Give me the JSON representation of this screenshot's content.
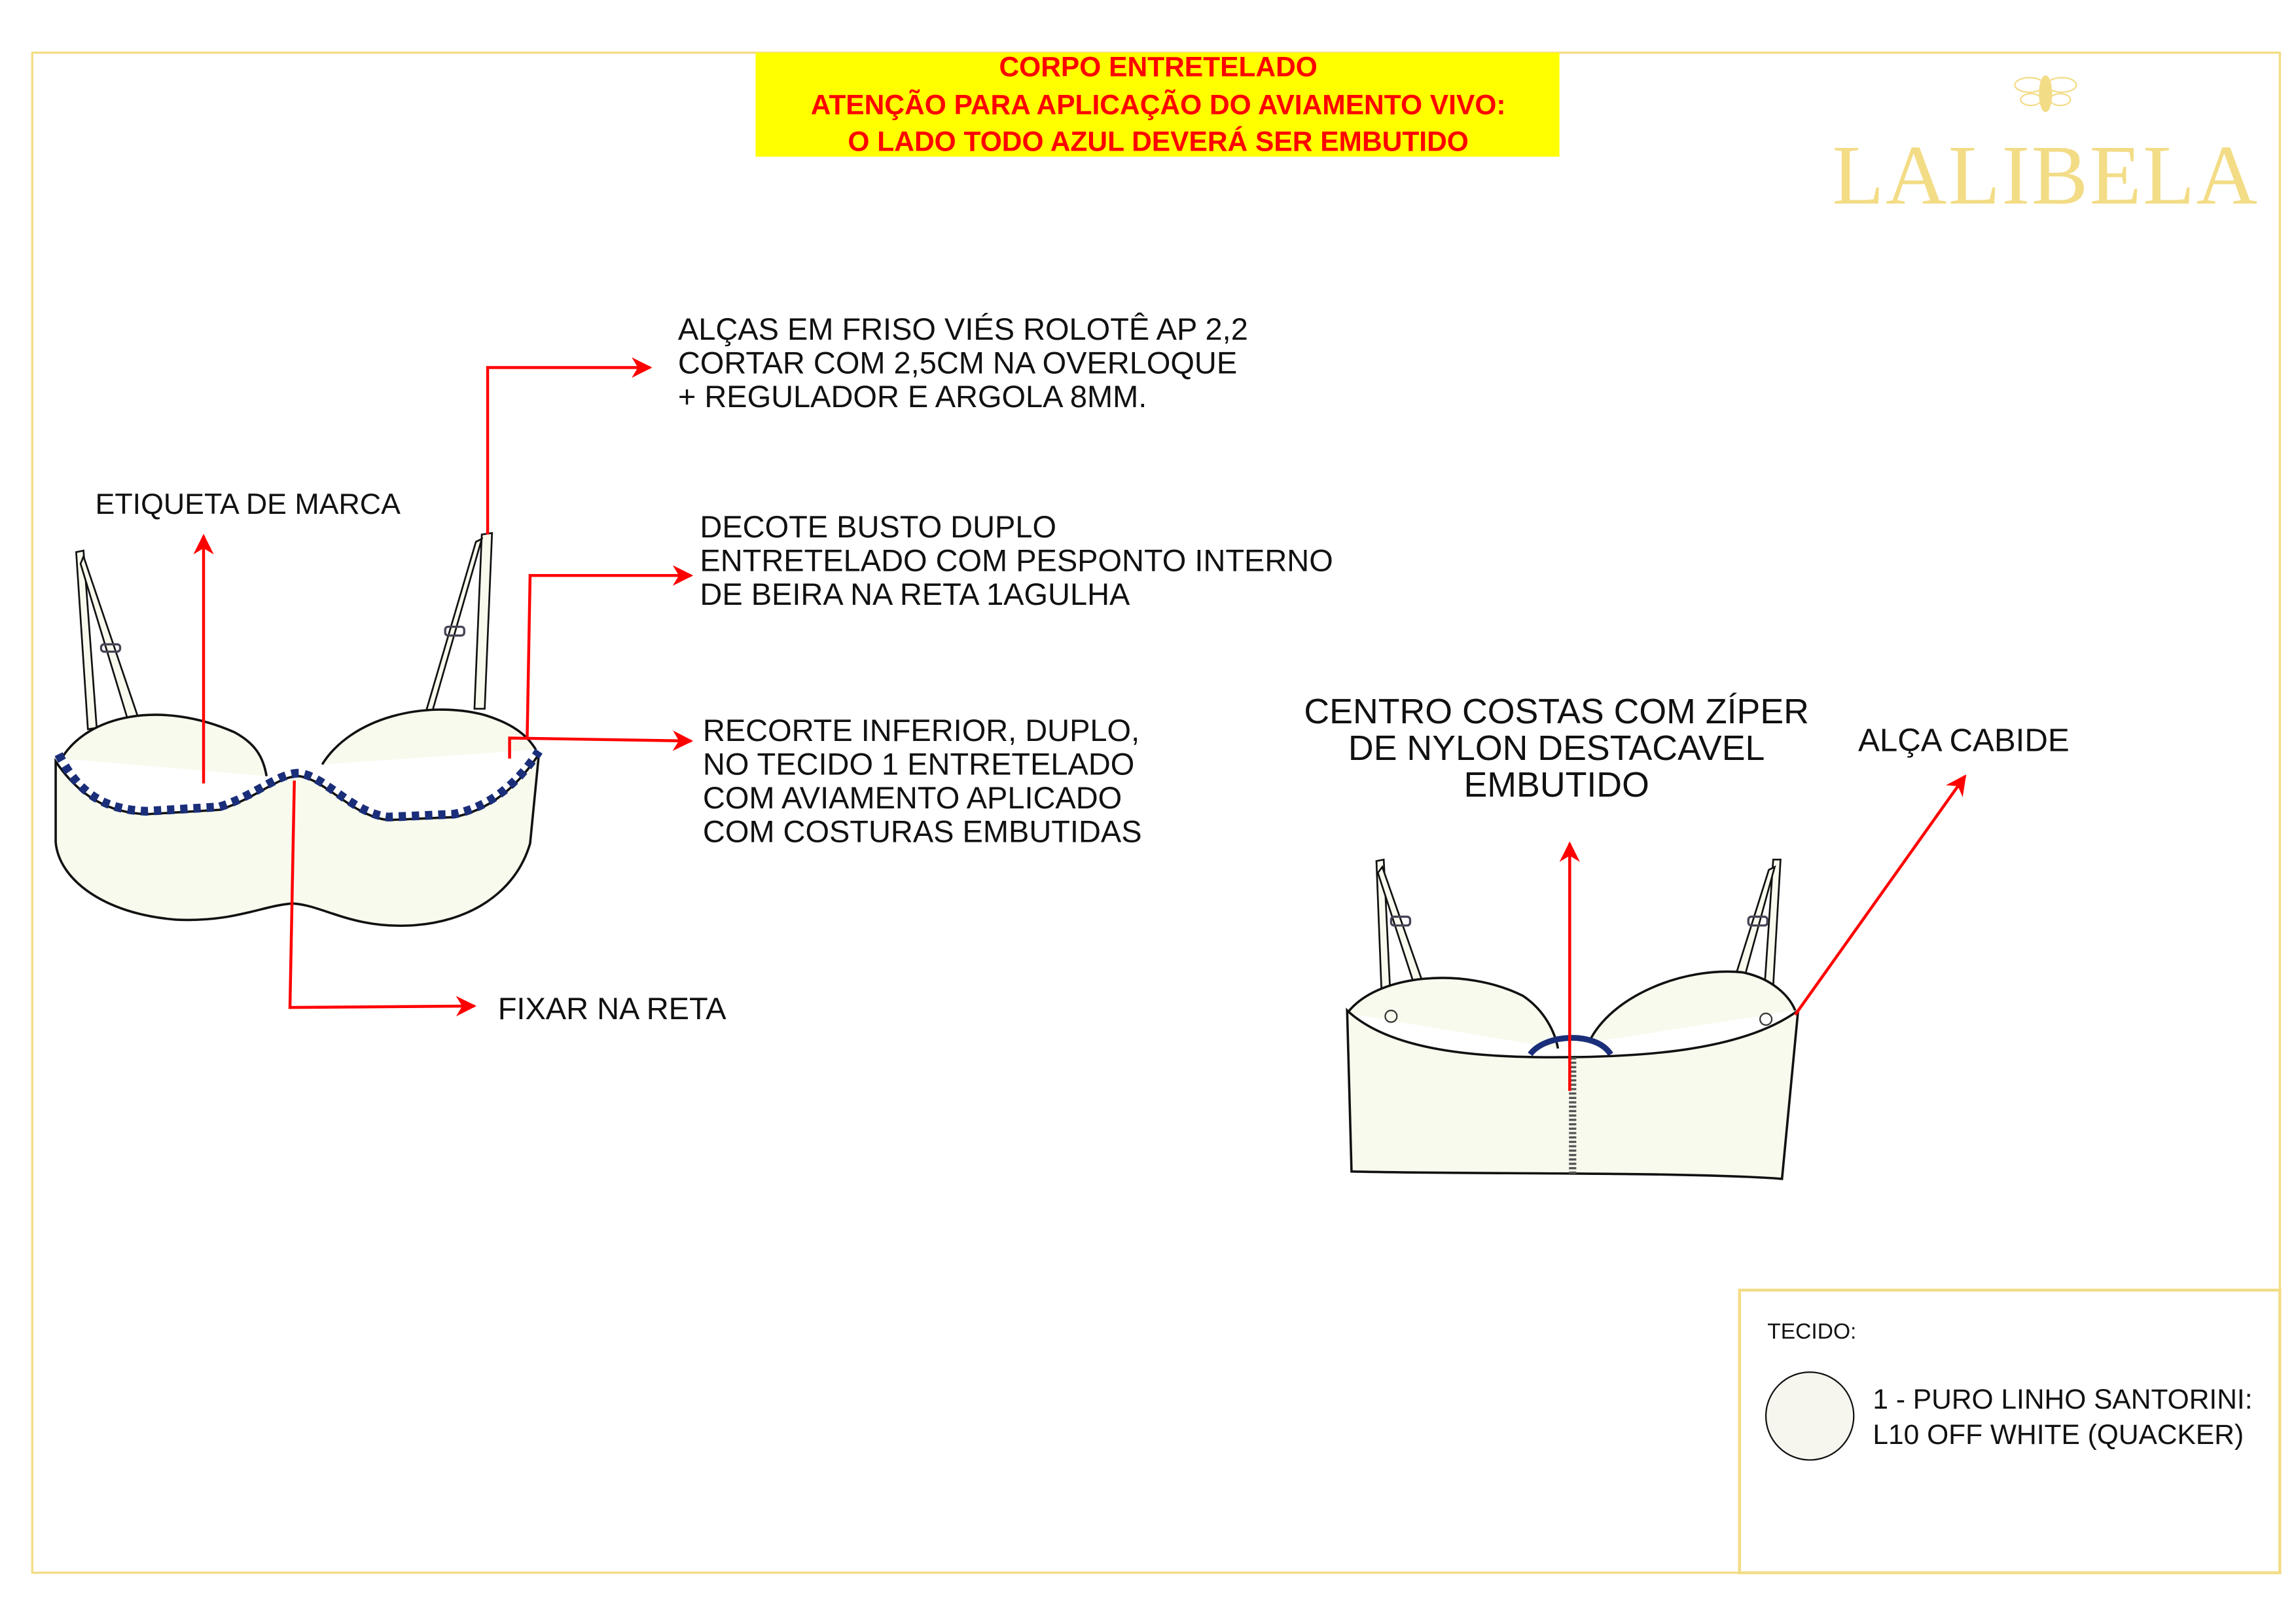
{
  "header": {
    "lines": [
      "CORPO ENTRETELADO",
      "ATENÇÃO PARA APLICAÇÃO DO AVIAMENTO VIVO:",
      "O LADO TODO AZUL DEVERÁ SER EMBUTIDO"
    ],
    "background": "#ffff00",
    "text_color": "#ff0000"
  },
  "logo": {
    "text": "LALIBELA",
    "icon": "bee-icon",
    "color": "#f3dc86"
  },
  "annotations": {
    "alcas": [
      "ALÇAS EM FRISO VIÉS ROLOTÊ AP 2,2",
      "CORTAR COM 2,5CM NA OVERLOQUE",
      "+ REGULADOR E ARGOLA 8MM."
    ],
    "etiqueta": "ETIQUETA DE MARCA",
    "decote": [
      "DECOTE BUSTO DUPLO",
      "ENTRETELADO COM PESPONTO INTERNO",
      "DE BEIRA NA RETA 1AGULHA"
    ],
    "recorte": [
      "RECORTE INFERIOR, DUPLO,",
      "NO TECIDO 1 ENTRETELADO",
      "COM AVIAMENTO APLICADO",
      "COM COSTURAS EMBUTIDAS"
    ],
    "fixar": "FIXAR NA RETA",
    "centro": [
      "CENTRO COSTAS  COM ZÍPER",
      "DE NYLON DESTACAVEL",
      "EMBUTIDO"
    ],
    "alca_cabide": "ALÇA CABIDE"
  },
  "fabric": {
    "title": "TECIDO:",
    "items": [
      {
        "lines": [
          "1 - PURO LINHO SANTORINI:",
          "L10 OFF WHITE (QUACKER)"
        ],
        "swatch_color": "#f6f6ee"
      }
    ]
  },
  "colors": {
    "frame": "#f3dc86",
    "arrow": "#ff0000",
    "trim": "#1a2e7a",
    "fabric": "#f8faee"
  }
}
